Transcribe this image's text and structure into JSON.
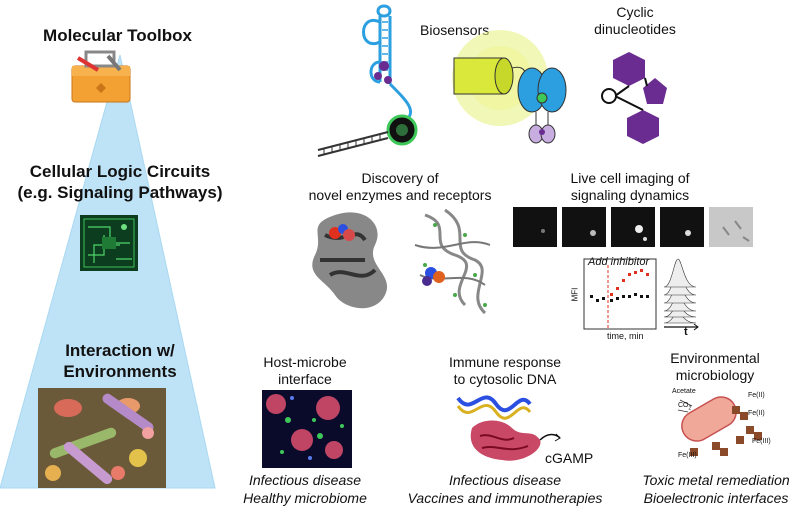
{
  "left": {
    "sections": [
      {
        "label": "Molecular Toolbox"
      },
      {
        "label_line1": "Cellular Logic Circuits",
        "label_line2": "(e.g. Signaling Pathways)"
      },
      {
        "label_line1": "Interaction w/",
        "label_line2": "Environments"
      }
    ]
  },
  "top": {
    "biosensors": "Biosensors",
    "cyclic_line1": "Cyclic",
    "cyclic_line2": "dinucleotides"
  },
  "middle": {
    "discovery_line1": "Discovery of",
    "discovery_line2": "novel enzymes and receptors",
    "live_line1": "Live cell imaging of",
    "live_line2": "signaling dynamics",
    "inset_annotation": "Add inhibitor",
    "inset_ylabel": "MFI",
    "inset_xlabel": "time, min",
    "histogram_xlabel": "t"
  },
  "bottom": {
    "host_line1": "Host-microbe",
    "host_line2": "interface",
    "host_app1": "Infectious disease",
    "host_app2": "Healthy microbiome",
    "immune_line1": "Immune response",
    "immune_line2": "to cytosolic DNA",
    "immune_product": "cGAMP",
    "immune_app1": "Infectious disease",
    "immune_app2": "Vaccines and immunotherapies",
    "env_line1": "Environmental",
    "env_line2": "microbiology",
    "env_acetate": "Acetate",
    "env_co2": "CO",
    "env_co2_sub": "2",
    "env_fe_a": "Fe(II)",
    "env_fe_b": "Fe(II)",
    "env_fe_c": "Fe(III)",
    "env_fe_d": "Fe(III)",
    "env_app1": "Toxic metal remediation",
    "env_app2": "Bioelectronic interfaces"
  },
  "colors": {
    "triangle": "#bfe3f6",
    "triangle_edge": "#9dd2ef",
    "purple": "#6a2c91",
    "blue": "#2b9fe0",
    "green_glow": "#e6f07a",
    "red": "#e0301e"
  }
}
